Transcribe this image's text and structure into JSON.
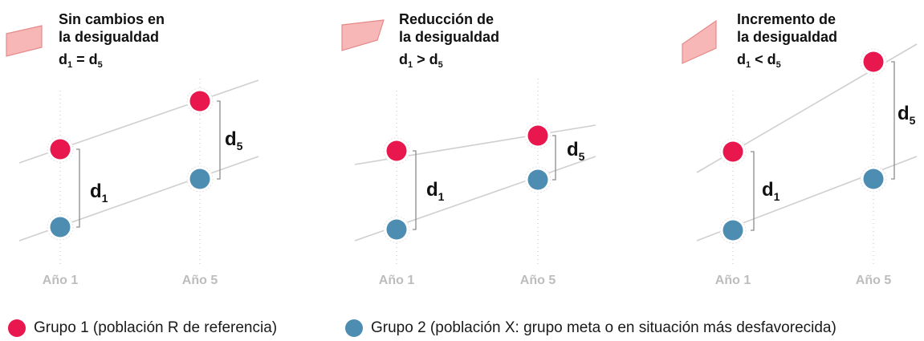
{
  "colors": {
    "group1": "#e8184f",
    "group2": "#4e8db2",
    "shape_fill": "#f7b7b6",
    "shape_stroke": "#e58a8a",
    "line": "#cfcfcf",
    "guide": "#d7d7d7",
    "bracket": "#8c8c8c",
    "axis_label": "#bdbdbd",
    "text": "#111111"
  },
  "panels": [
    {
      "title_line1": "Sin cambios en",
      "title_line2": "la desigualdad",
      "relation": "=",
      "x_label_1": "Año 1",
      "x_label_5": "Año 5",
      "gap_label_1": "d",
      "gap_label_5": "d",
      "sub_1": "1",
      "sub_5": "5"
    },
    {
      "title_line1": "Reducción de",
      "title_line2": "la desigualdad",
      "relation": ">",
      "x_label_1": "Año 1",
      "x_label_5": "Año 5",
      "gap_label_1": "d",
      "gap_label_5": "d",
      "sub_1": "1",
      "sub_5": "5"
    },
    {
      "title_line1": "Incremento de",
      "title_line2": "la desigualdad",
      "relation": "<",
      "x_label_1": "Año 1",
      "x_label_5": "Año 5",
      "gap_label_1": "d",
      "gap_label_5": "d",
      "sub_1": "1",
      "sub_5": "5"
    }
  ],
  "legend": {
    "group1": "Grupo 1 (población R de referencia)",
    "group2": "Grupo 2 (población X: grupo meta o en situación más desfavorecida)"
  }
}
